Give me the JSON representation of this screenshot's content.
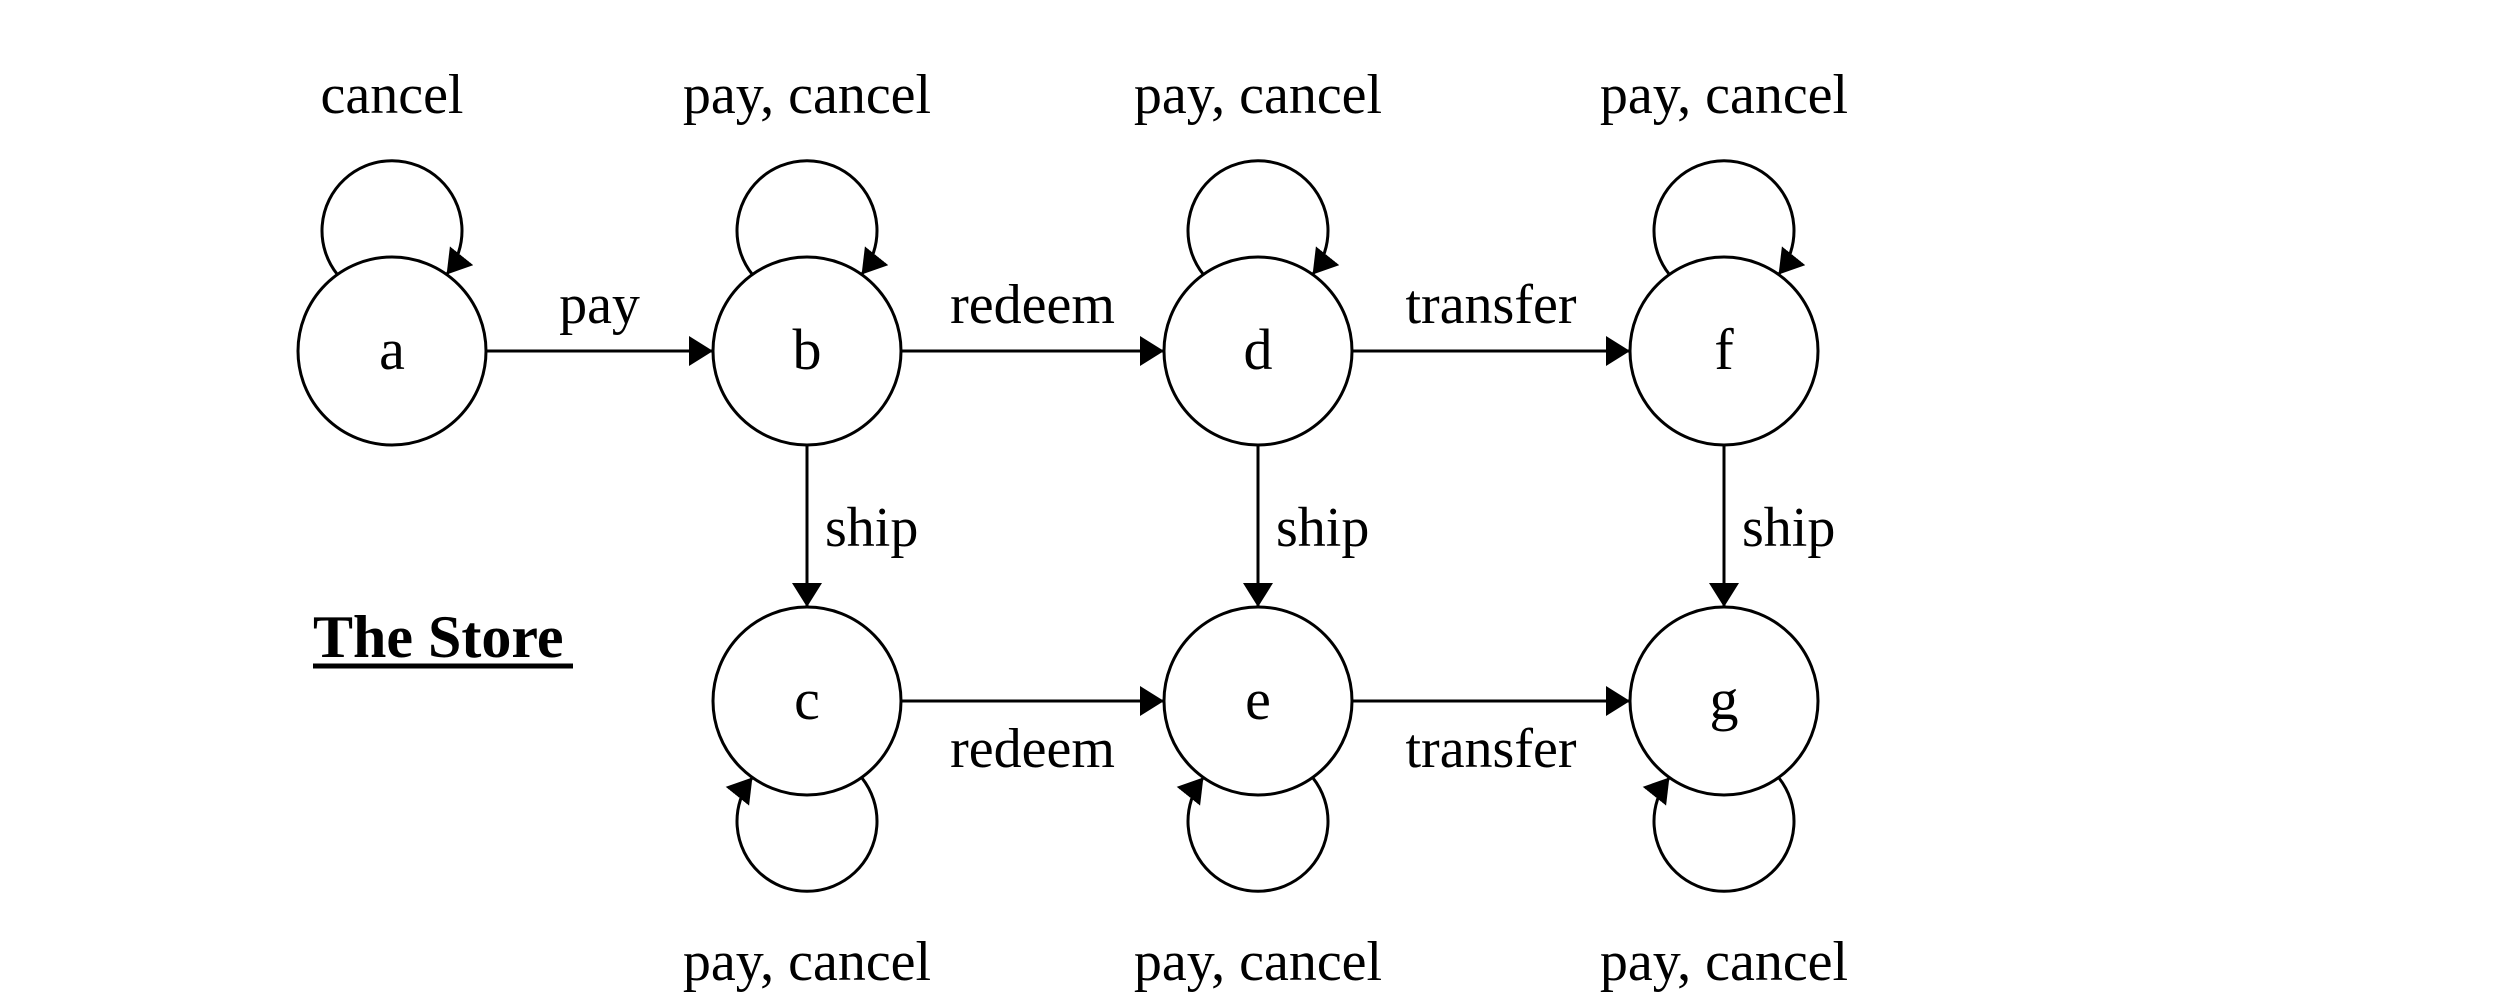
{
  "diagram": {
    "title": "The Store",
    "nodes": [
      {
        "id": "a",
        "label": "a"
      },
      {
        "id": "b",
        "label": "b"
      },
      {
        "id": "c",
        "label": "c"
      },
      {
        "id": "d",
        "label": "d"
      },
      {
        "id": "e",
        "label": "e"
      },
      {
        "id": "f",
        "label": "f"
      },
      {
        "id": "g",
        "label": "g"
      }
    ],
    "edges": [
      {
        "from": "a",
        "to": "b",
        "label": "pay"
      },
      {
        "from": "b",
        "to": "d",
        "label": "redeem"
      },
      {
        "from": "d",
        "to": "f",
        "label": "transfer"
      },
      {
        "from": "b",
        "to": "c",
        "label": "ship"
      },
      {
        "from": "d",
        "to": "e",
        "label": "ship"
      },
      {
        "from": "f",
        "to": "g",
        "label": "ship"
      },
      {
        "from": "c",
        "to": "e",
        "label": "redeem"
      },
      {
        "from": "e",
        "to": "g",
        "label": "transfer"
      }
    ],
    "self_loops": [
      {
        "node": "a",
        "label": "cancel"
      },
      {
        "node": "b",
        "label": "pay, cancel"
      },
      {
        "node": "d",
        "label": "pay, cancel"
      },
      {
        "node": "f",
        "label": "pay, cancel"
      },
      {
        "node": "c",
        "label": "pay, cancel"
      },
      {
        "node": "e",
        "label": "pay, cancel"
      },
      {
        "node": "g",
        "label": "pay, cancel"
      }
    ]
  }
}
